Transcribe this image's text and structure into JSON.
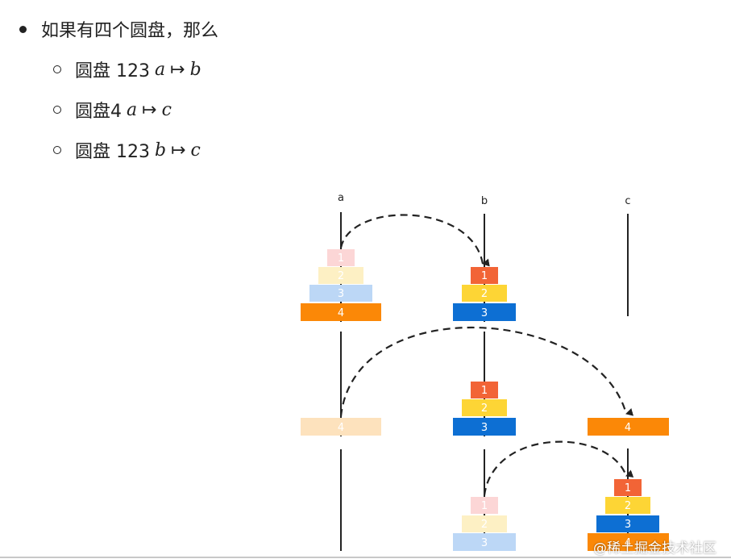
{
  "list": {
    "main": "如果有四个圆盘，那么",
    "steps": [
      {
        "disks": "圆盘 123",
        "from": "a",
        "arrow": "↦",
        "to": "b"
      },
      {
        "disks": "圆盘4",
        "from": "a",
        "arrow": "↦",
        "to": "c"
      },
      {
        "disks": "圆盘 123",
        "from": "b",
        "arrow": "↦",
        "to": "c"
      }
    ]
  },
  "diagram": {
    "pegs": [
      "a",
      "b",
      "c"
    ],
    "disk_colors": {
      "1": "#f26436",
      "2": "#fdd535",
      "3": "#0d6fd3",
      "4": "#fb8807",
      "1_faded": "#fcd6d6",
      "2_faded": "#fdf0c4",
      "3_faded": "#bcd7f6",
      "4_faded": "#fde2bd"
    },
    "disk_labels": [
      "1",
      "2",
      "3",
      "4"
    ]
  },
  "watermark": "@稀土掘金技术社区"
}
